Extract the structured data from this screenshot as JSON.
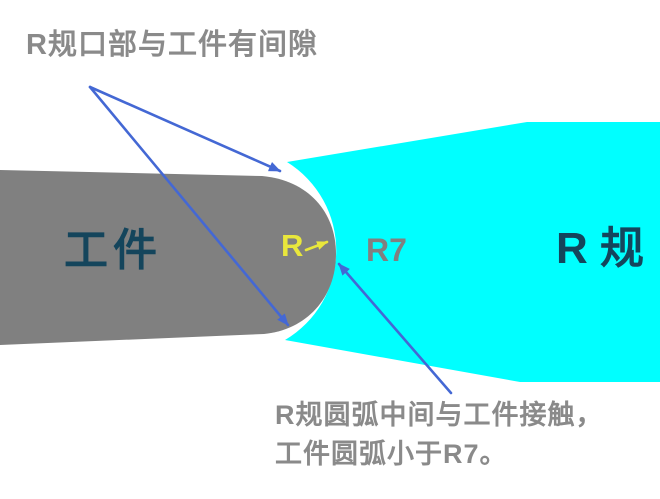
{
  "diagram": {
    "title": "R规口部与工件有间隙",
    "labels": {
      "workpiece": "工件",
      "gauge": "R 规",
      "gauge_radius": "R7",
      "workpiece_radius": "R"
    },
    "note": {
      "line1": "R规圆弧中间与工件接触，",
      "line2": "工件圆弧小于R7。"
    },
    "colors": {
      "workpiece_gray": "#808080",
      "gauge_cyan": "#00ffff",
      "dark_label": "#14455c",
      "note_gray": "#8a8a8a",
      "arrow_blue": "#4468d4",
      "radius_yellow": "#e9e73c",
      "background": "#ffffff"
    }
  }
}
